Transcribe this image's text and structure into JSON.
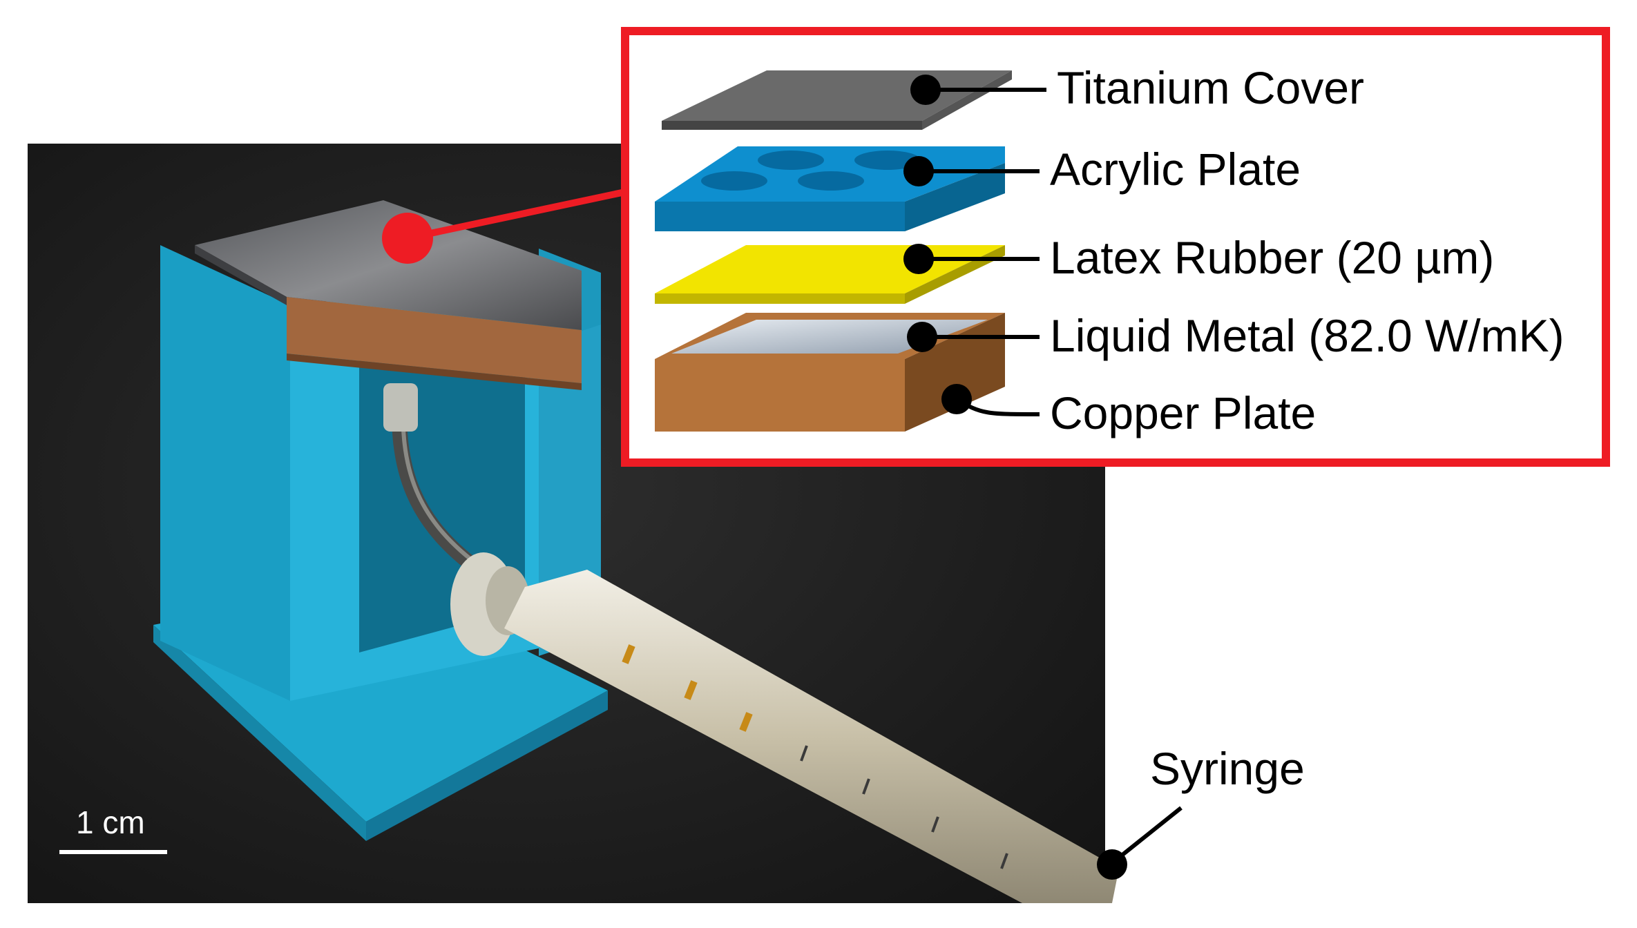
{
  "photo": {
    "scale_bar_label": "1 cm",
    "syringe_label": "Syringe"
  },
  "inset": {
    "border_color": "#ee1c24",
    "layers": [
      {
        "label": "Titanium Cover",
        "color": "#6a6a6a"
      },
      {
        "label": "Acrylic Plate",
        "color": "#0e8fcf"
      },
      {
        "label": "Latex Rubber (20 µm)",
        "color": "#f2e400"
      },
      {
        "label": "Liquid Metal (82.0 W/mK)",
        "color": "#bcc6d1"
      },
      {
        "label": "Copper Plate",
        "color": "#b5733a"
      }
    ]
  }
}
